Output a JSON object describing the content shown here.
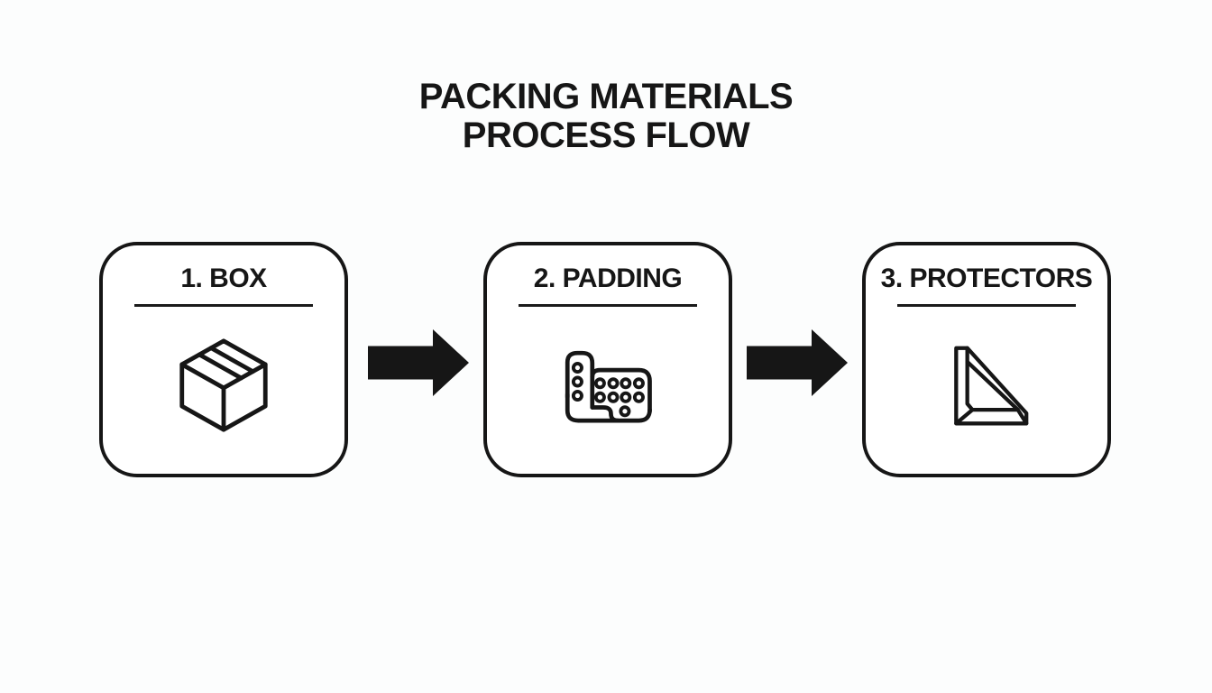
{
  "title": {
    "line1": "PACKING MATERIALS",
    "line2": "PROCESS FLOW"
  },
  "steps": [
    {
      "label": "1. BOX",
      "icon": "box-icon"
    },
    {
      "label": "2. PADDING",
      "icon": "bubble-wrap-icon"
    },
    {
      "label": "3. PROTECTORS",
      "icon": "corner-protector-icon"
    }
  ],
  "arrows": {
    "count": 2,
    "direction": "right"
  },
  "colors": {
    "ink": "#161616",
    "rule": "#1a1a1a",
    "background": "#fcfdfd",
    "card-bg": "#ffffff"
  }
}
